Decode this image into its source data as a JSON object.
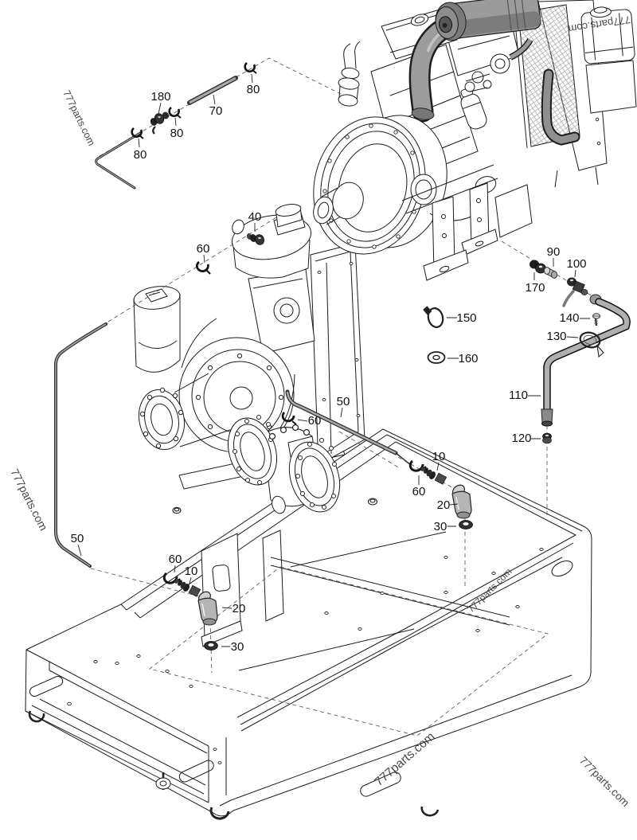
{
  "diagram": {
    "type": "exploded-parts-diagram",
    "watermark_text": "777parts.com",
    "callout_labels": {
      "10": "10",
      "20": "20",
      "30": "30",
      "40": "40",
      "50": "50",
      "60": "60",
      "70": "70",
      "80": "80",
      "90": "90",
      "100": "100",
      "110": "110",
      "120": "120",
      "130": "130",
      "140": "140",
      "150": "150",
      "160": "160",
      "170": "170",
      "180": "180"
    }
  }
}
